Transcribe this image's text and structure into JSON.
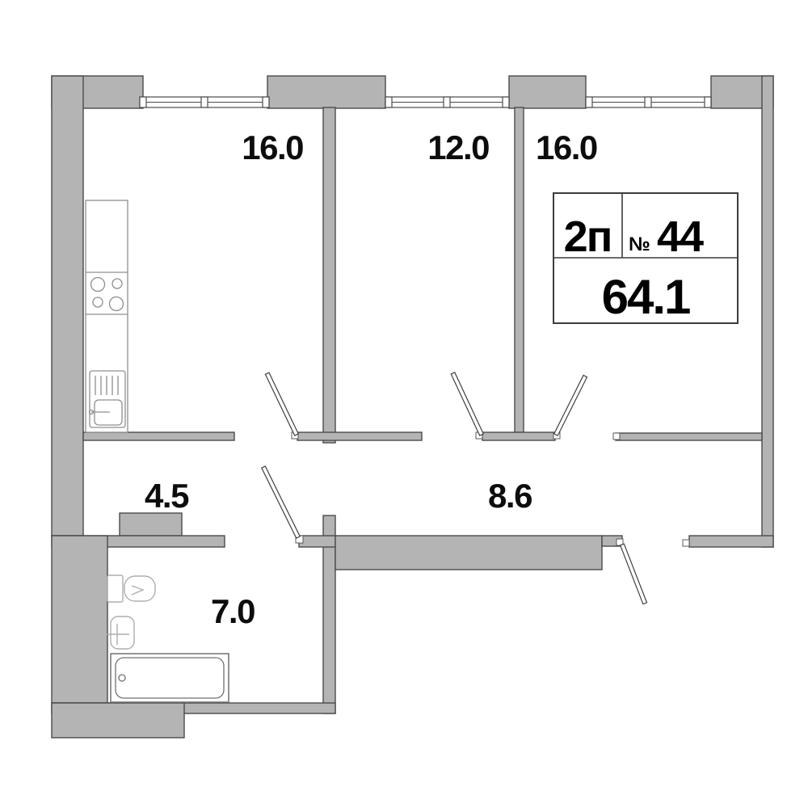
{
  "rooms": {
    "kitchen": "16.0",
    "room_middle": "12.0",
    "room_right": "16.0",
    "hall_small": "4.5",
    "hall": "8.6",
    "bathroom": "7.0"
  },
  "card": {
    "plan_type": "2п",
    "number_sign": "№",
    "apartment_number": "44",
    "total_area": "64.1"
  },
  "colors": {
    "wall_fill": "#b4b4b4",
    "wall_stroke": "#4b4b4b",
    "label_text": "#0d0d0d",
    "fixture_outline": "#8f8f8f",
    "sanitary_outline": "#aeaeae",
    "tub_outline": "#707070",
    "background": "#ffffff"
  }
}
